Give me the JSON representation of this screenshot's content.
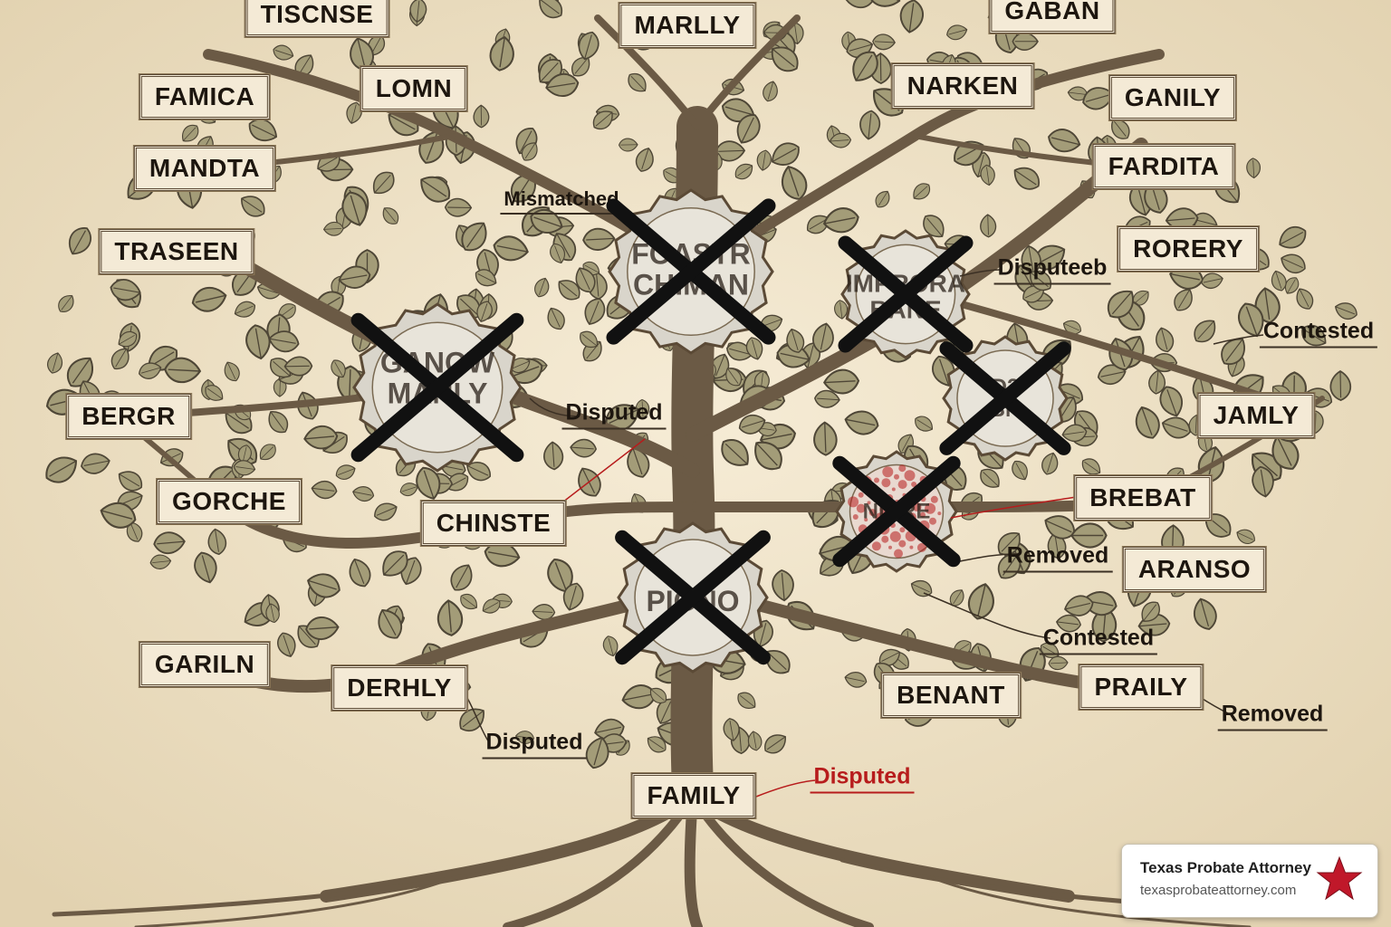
{
  "plaques": [
    {
      "id": "tiscnse",
      "label": "TISCNSE"
    },
    {
      "id": "marlly",
      "label": "MARLLY"
    },
    {
      "id": "gaban",
      "label": "GABAN"
    },
    {
      "id": "famica",
      "label": "FAMICA"
    },
    {
      "id": "lomn",
      "label": "LOMN"
    },
    {
      "id": "narken",
      "label": "NARKEN"
    },
    {
      "id": "ganily",
      "label": "GANILY"
    },
    {
      "id": "mandta",
      "label": "MANDTA"
    },
    {
      "id": "fardita",
      "label": "FARDITA"
    },
    {
      "id": "traseen",
      "label": "TRASEEN"
    },
    {
      "id": "rorery",
      "label": "RORERY"
    },
    {
      "id": "bergr",
      "label": "BERGR"
    },
    {
      "id": "jamly",
      "label": "JAMLY"
    },
    {
      "id": "gorche",
      "label": "GORCHE"
    },
    {
      "id": "chinste",
      "label": "CHINSTE"
    },
    {
      "id": "brebat",
      "label": "BREBAT"
    },
    {
      "id": "aranso",
      "label": "ARANSO"
    },
    {
      "id": "gariln",
      "label": "GARILN"
    },
    {
      "id": "derhly",
      "label": "DERHLY"
    },
    {
      "id": "benant",
      "label": "BENANT"
    },
    {
      "id": "praily",
      "label": "PRAILY"
    },
    {
      "id": "family",
      "label": "FAMILY"
    }
  ],
  "annotations": [
    {
      "id": "mismatched",
      "label": "Mismatched",
      "color": "#1d160f"
    },
    {
      "id": "disputed-top-right",
      "label": "Disputeeb",
      "color": "#1d160f"
    },
    {
      "id": "contested-right",
      "label": "Contested",
      "color": "#1d160f"
    },
    {
      "id": "disputed-center",
      "label": "Disputed",
      "color": "#1d160f"
    },
    {
      "id": "removed-mid",
      "label": "Removed",
      "color": "#1d160f"
    },
    {
      "id": "contested-lower",
      "label": "Contested",
      "color": "#1d160f"
    },
    {
      "id": "removed-lower",
      "label": "Removed",
      "color": "#1d160f"
    },
    {
      "id": "disputed-lower-left",
      "label": "Disputed",
      "color": "#1d160f"
    },
    {
      "id": "disputed-family",
      "label": "Disputed",
      "color": "#b71c1c"
    }
  ],
  "crossed_medallions": [
    {
      "id": "foaster-chiman",
      "text": "FOASTR\nCHIMAN",
      "stained": false
    },
    {
      "id": "ganow-manly",
      "text": "GANOW\nMANLY",
      "stained": false
    },
    {
      "id": "improra-bane",
      "text": "IMPRORA\nBANE",
      "stained": false
    },
    {
      "id": "d2-bn",
      "text": "D2\nBN",
      "stained": false
    },
    {
      "id": "stained-name",
      "text": "NIARE",
      "stained": true
    },
    {
      "id": "pigno",
      "text": "PIGNO",
      "stained": false
    }
  ],
  "watermark": {
    "title": "Texas Probate Attorney",
    "url": "texasprobateattorney.com",
    "star_color": "#c0182a"
  },
  "colors": {
    "parchment": "#f1e6cf",
    "bark": "#6b5a45",
    "leaf": "#9a9470",
    "cross": "#111111",
    "red_accent": "#b71c1c"
  }
}
